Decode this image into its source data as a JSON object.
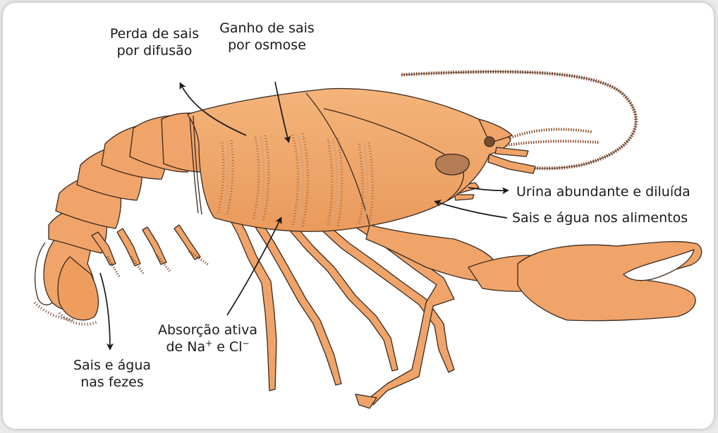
{
  "labels": {
    "loss_diffusion": {
      "line1": "Perda de sais",
      "line2": "por difusão"
    },
    "gain_osmosis": {
      "line1": "Ganho de sais",
      "line2": "por osmose"
    },
    "urine": "Urina abundante e diluída",
    "food": "Sais e água nos alimentos",
    "active_absorption": {
      "line1": "Absorção ativa",
      "line2_pre": "de Na",
      "sup1": "+",
      "mid": " e Cl",
      "sup2": "−"
    },
    "feces": {
      "line1": "Sais e água",
      "line2": "nas fezes"
    }
  },
  "colors": {
    "body": "#f0a469",
    "body_light": "#f6bd88",
    "outline": "#3a2a20",
    "eye": "#7a4c2e",
    "gill_patch": "#b57d55",
    "arrow": "#1a1a1a",
    "frame_bg": "#e9e9ea"
  }
}
